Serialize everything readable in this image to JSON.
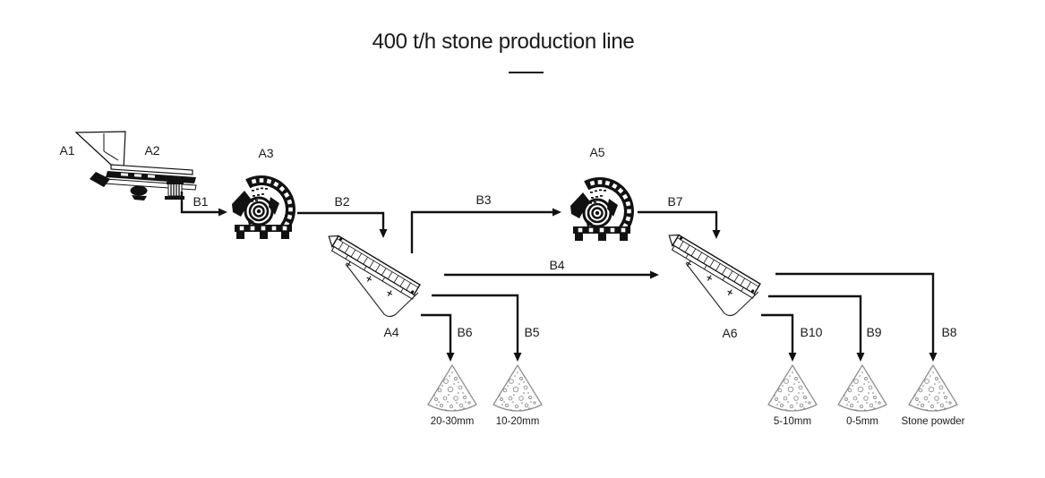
{
  "title": "400 t/h stone production line",
  "equipment_labels": {
    "a1": "A1",
    "a2": "A2",
    "a3": "A3",
    "a4": "A4",
    "a5": "A5",
    "a6": "A6"
  },
  "conveyor_labels": {
    "b1": "B1",
    "b2": "B2",
    "b3": "B3",
    "b4": "B4",
    "b5": "B5",
    "b6": "B6",
    "b7": "B7",
    "b8": "B8",
    "b9": "B9",
    "b10": "B10"
  },
  "product_piles": [
    {
      "label": "20-30mm",
      "conveyor": "B6"
    },
    {
      "label": "10-20mm",
      "conveyor": "B5"
    },
    {
      "label": "5-10mm",
      "conveyor": "B10"
    },
    {
      "label": "0-5mm",
      "conveyor": "B9"
    },
    {
      "label": "Stone powder",
      "conveyor": "B8"
    }
  ],
  "colors": {
    "background": "#ffffff",
    "line_color": "#111111",
    "pile_outline": "#8f8f8f",
    "text_color": "#1a1a1a"
  }
}
